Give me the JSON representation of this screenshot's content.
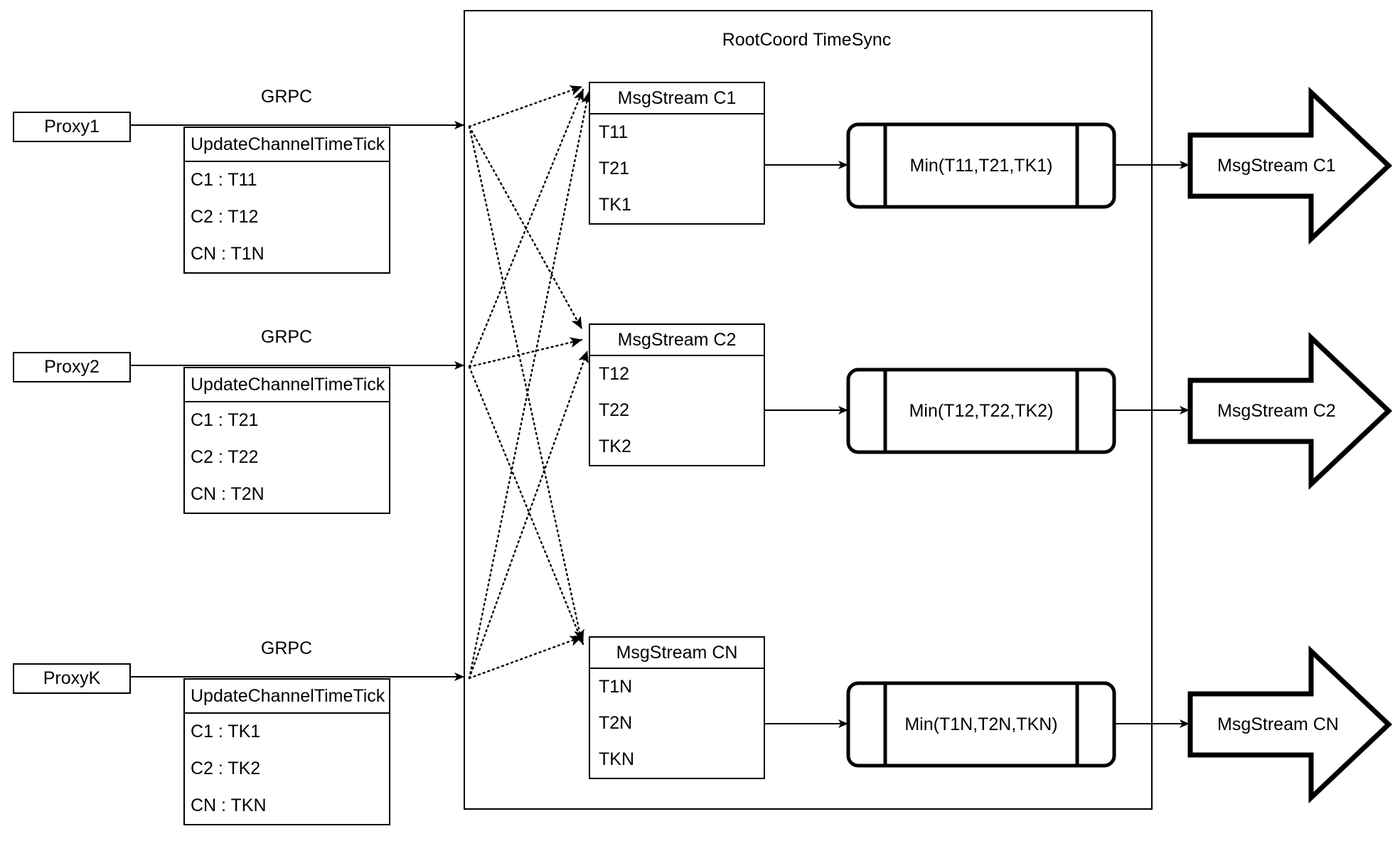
{
  "diagram": {
    "title": "RootCoord TimeSync",
    "colors": {
      "stroke": "#000000",
      "background": "#ffffff"
    },
    "edge_label": "GRPC"
  },
  "proxies": [
    {
      "name": "Proxy1",
      "link_label": "GRPC",
      "request": {
        "title": "UpdateChannelTimeTick",
        "rows": [
          "C1 :  T11",
          "C2 :  T12",
          "CN : T1N"
        ]
      }
    },
    {
      "name": "Proxy2",
      "link_label": "GRPC",
      "request": {
        "title": "UpdateChannelTimeTick",
        "rows": [
          "C1 :  T21",
          "C2 :  T22",
          "CN : T2N"
        ]
      }
    },
    {
      "name": "ProxyK",
      "link_label": "GRPC",
      "request": {
        "title": "UpdateChannelTimeTick",
        "rows": [
          "C1 :  TK1",
          "C2 :  TK2",
          "CN : TKN"
        ]
      }
    }
  ],
  "channels": [
    {
      "stream": {
        "title": "MsgStream C1",
        "rows": [
          "T11",
          "T21",
          "TK1"
        ]
      },
      "process": {
        "label": "Min(T11,T21,TK1)"
      },
      "output": {
        "label": "MsgStream C1"
      }
    },
    {
      "stream": {
        "title": "MsgStream C2",
        "rows": [
          "T12",
          "T22",
          "TK2"
        ]
      },
      "process": {
        "label": "Min(T12,T22,TK2)"
      },
      "output": {
        "label": "MsgStream C2"
      }
    },
    {
      "stream": {
        "title": "MsgStream CN",
        "rows": [
          "T1N",
          "T2N",
          "TKN"
        ]
      },
      "process": {
        "label": "Min(T1N,T2N,TKN)"
      },
      "output": {
        "label": "MsgStream CN"
      }
    }
  ]
}
